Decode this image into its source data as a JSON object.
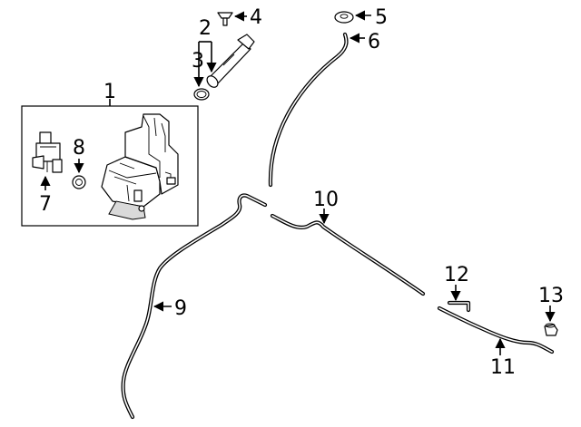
{
  "callouts": {
    "c1": "1",
    "c2": "2",
    "c3": "3",
    "c4": "4",
    "c5": "5",
    "c6": "6",
    "c7": "7",
    "c8": "8",
    "c9": "9",
    "c10": "10",
    "c11": "11",
    "c12": "12",
    "c13": "13"
  },
  "colors": {
    "line": "#000000",
    "background": "#ffffff",
    "shade": "#d9d9d9"
  }
}
